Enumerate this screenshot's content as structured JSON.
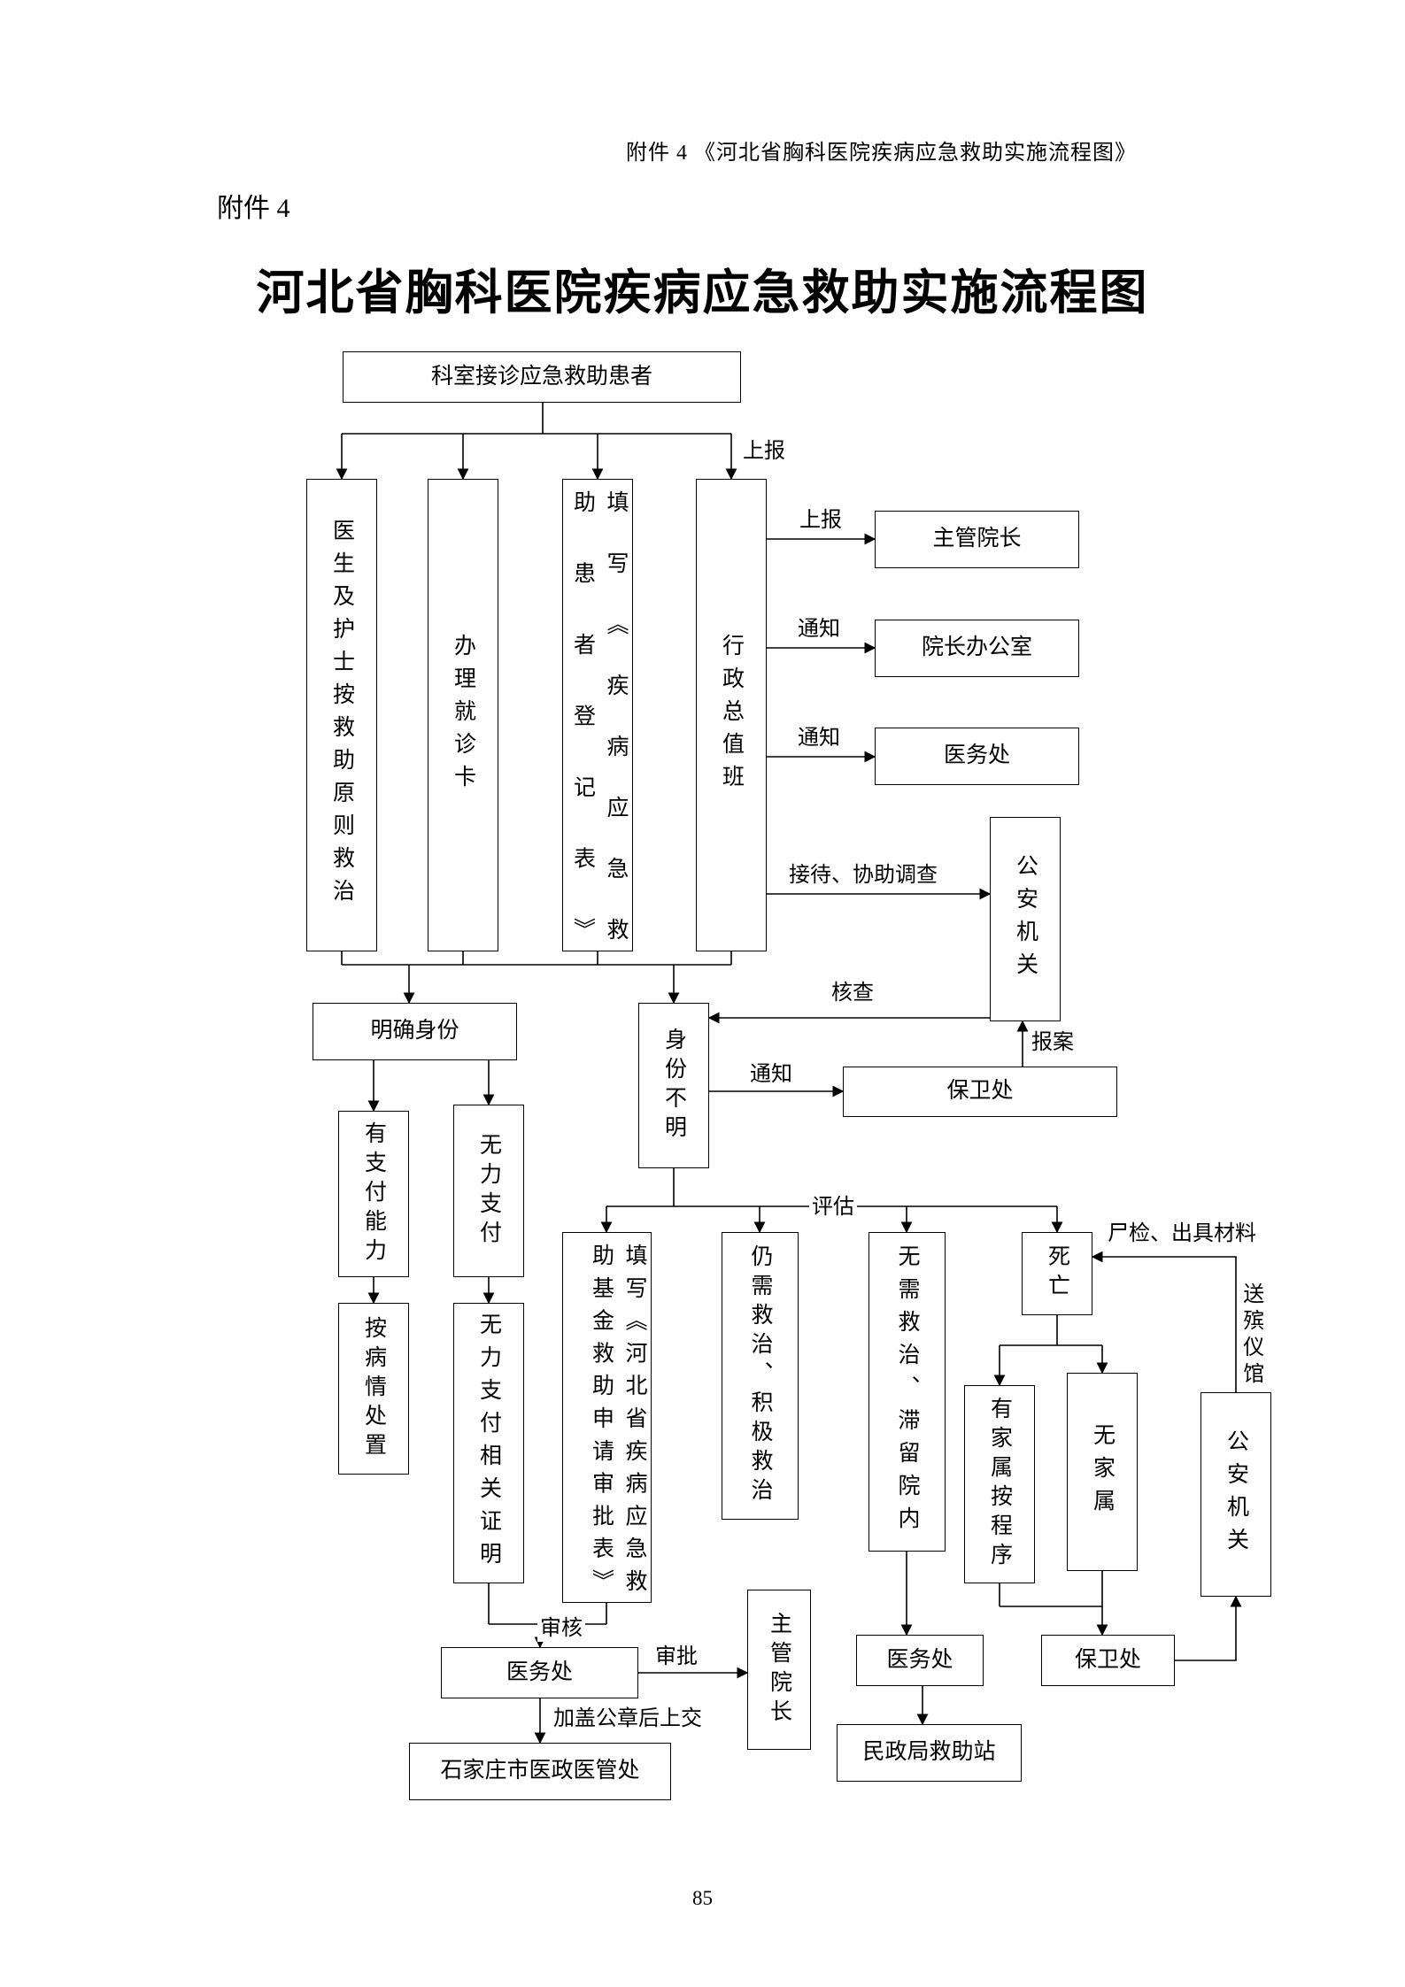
{
  "colors": {
    "ink": "#000000",
    "paper": "#ffffff"
  },
  "page": {
    "header": "附件 4  《河北省胸科医院疾病应急救助实施流程图》",
    "attachment_label": "附件 4",
    "title": "河北省胸科医院疾病应急救助实施流程图",
    "page_number": "85"
  },
  "nodes": {
    "reception": "科室接诊应急救助患者",
    "doctor_nurse": "医生及护士按救助原则救治",
    "card": "办理就诊卡",
    "registration_form": "填写《疾病应急救\n助患者登记表》",
    "admin_duty": "行政总值班",
    "director": "主管院长",
    "director_office": "院长办公室",
    "medical_affairs_top": "医务处",
    "police_top": "公安机关",
    "identity_confirmed": "明确身份",
    "identity_unknown": "身份不明",
    "security_top": "保卫处",
    "can_pay": "有支付能力",
    "cannot_pay": "无力支付",
    "treat_by_condition": "按病情处置",
    "inability_proof": "无力支付相关证明",
    "application_form": "填写《河北省疾病应急救\n助基金救助申请审批表》",
    "still_treat": "仍需救治、积极救治",
    "no_treat": "无需救治、滞留院内",
    "death": "死亡",
    "has_family": "有家属按程序",
    "no_family": "无家属",
    "police_bottom": "公安机关",
    "medical_affairs_left": "医务处",
    "director_bottom": "主管院长",
    "shijiazhuang": "石家庄市医政医管处",
    "medical_affairs_right": "医务处",
    "civil_affairs": "民政局救助站",
    "security_bottom": "保卫处"
  },
  "edge_labels": {
    "shangbao_top": "上报",
    "shangbao_director": "上报",
    "tongzhi_office": "通知",
    "tongzhi_medical": "通知",
    "jiedai": "接待、协助调查",
    "hecha": "核查",
    "tongzhi_security": "通知",
    "baoan": "报案",
    "pinggu": "评估",
    "shijian": "尸检、出具材料",
    "songbin": "送殡仪馆",
    "shenhe": "审核",
    "shenpi": "审批",
    "jiagai": "加盖公章后上交"
  }
}
